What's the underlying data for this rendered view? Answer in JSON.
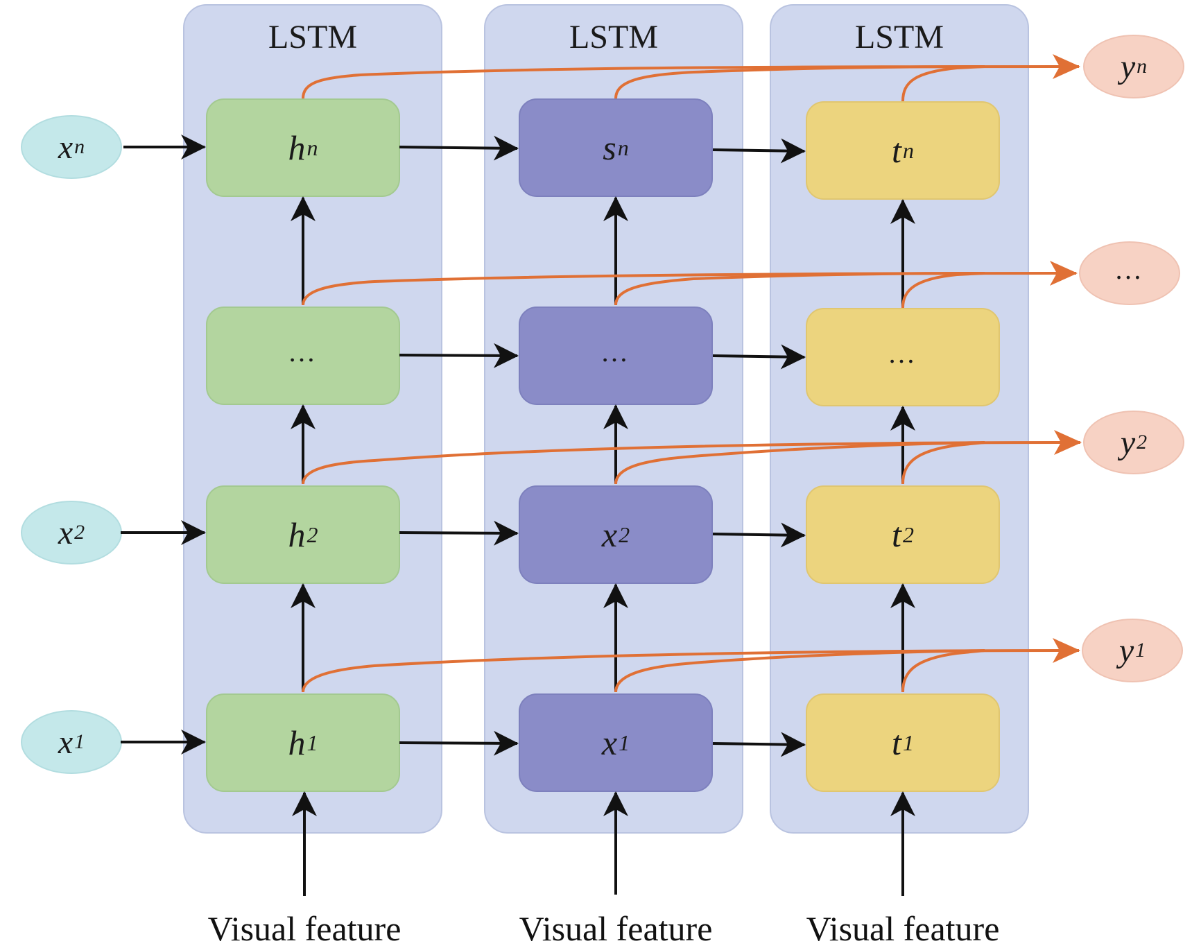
{
  "columns": [
    {
      "title": "LSTM",
      "color": "#b3d59f",
      "feature_label": "Visual feature",
      "cells": [
        {
          "base": "h",
          "sub": "n"
        },
        {
          "base": "…",
          "sub": ""
        },
        {
          "base": "h",
          "sub": "2"
        },
        {
          "base": "h",
          "sub": "1"
        }
      ]
    },
    {
      "title": "LSTM",
      "color": "#8a8cc8",
      "feature_label": "Visual feature",
      "cells": [
        {
          "base": "s",
          "sub": "n"
        },
        {
          "base": "…",
          "sub": ""
        },
        {
          "base": "x",
          "sub": "2"
        },
        {
          "base": "x",
          "sub": "1"
        }
      ]
    },
    {
      "title": "LSTM",
      "color": "#ecd47e",
      "feature_label": "Visual feature",
      "cells": [
        {
          "base": "t",
          "sub": "n"
        },
        {
          "base": "…",
          "sub": ""
        },
        {
          "base": "t",
          "sub": "2"
        },
        {
          "base": "t",
          "sub": "1"
        }
      ]
    }
  ],
  "inputs": [
    {
      "base": "x",
      "sub": "n"
    },
    {
      "base": "x",
      "sub": "2"
    },
    {
      "base": "x",
      "sub": "1"
    }
  ],
  "outputs": [
    {
      "base": "y",
      "sub": "n"
    },
    {
      "base": "…",
      "sub": ""
    },
    {
      "base": "y",
      "sub": "2"
    },
    {
      "base": "y",
      "sub": "1"
    }
  ],
  "colors": {
    "panel": "#cfd7ee",
    "input_node": "#c4e8ea",
    "output_node": "#f7d2c4",
    "output_arrow": "#e07035",
    "arrow": "#111111"
  }
}
